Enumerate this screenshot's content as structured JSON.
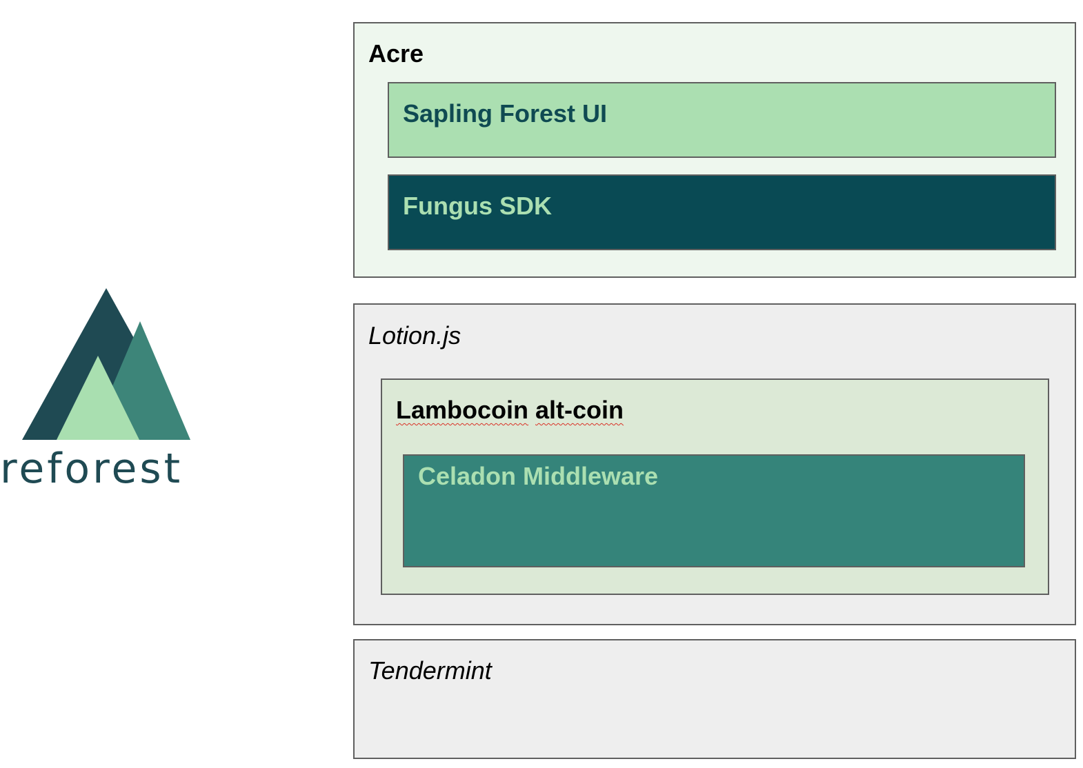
{
  "logo": {
    "text": "reforest",
    "colors": {
      "dark": "#1f4a53",
      "mid": "#3d8579",
      "light": "#a9dfb0"
    }
  },
  "layers": {
    "acre": {
      "title": "Acre",
      "bg": "#eef7ee",
      "sapling": {
        "title": "Sapling Forest UI",
        "bg": "#abdfb1",
        "text_color": "#0f4a52"
      },
      "fungus": {
        "title": "Fungus SDK",
        "bg": "#094a54",
        "text_color": "#abdfb1"
      }
    },
    "lotion": {
      "title": "Lotion.js",
      "bg": "#eeeeee",
      "lambocoin": {
        "title_part1": "Lambocoin",
        "title_part2": "alt-coin",
        "bg": "#dce9d6",
        "celadon": {
          "title": "Celadon Middleware",
          "bg": "#35847a",
          "text_color": "#abdfb1"
        }
      }
    },
    "tendermint": {
      "title": "Tendermint",
      "bg": "#eeeeee"
    }
  }
}
